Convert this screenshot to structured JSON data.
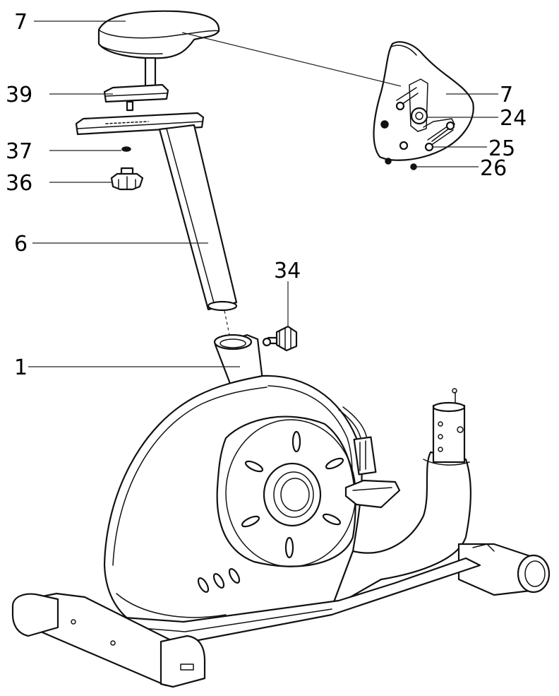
{
  "callouts": [
    {
      "id": "seat",
      "text": "7"
    },
    {
      "id": "seat-bracket",
      "text": "39"
    },
    {
      "id": "washer",
      "text": "37"
    },
    {
      "id": "knob",
      "text": "36"
    },
    {
      "id": "seat-post",
      "text": "6"
    },
    {
      "id": "tension-knob",
      "text": "34"
    },
    {
      "id": "main-frame",
      "text": "1"
    },
    {
      "id": "seat-detail",
      "text": "7"
    },
    {
      "id": "bolt",
      "text": "24"
    },
    {
      "id": "spring-washer",
      "text": "25"
    },
    {
      "id": "nut",
      "text": "26"
    }
  ]
}
